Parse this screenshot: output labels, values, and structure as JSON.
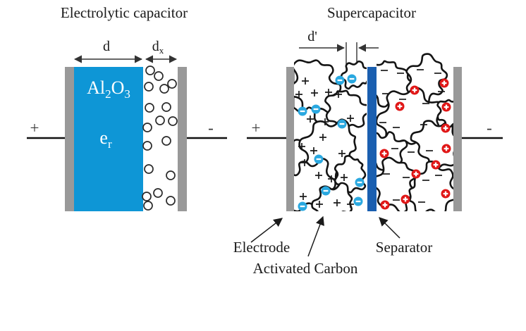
{
  "diagram": {
    "left": {
      "title": "Electrolytic capacitor",
      "dim_d": "d",
      "dim_dx_base": "d",
      "dim_dx_sub": "x",
      "formula_base1": "Al",
      "formula_sub1": "2",
      "formula_base2": "O",
      "formula_sub2": "3",
      "permittivity_base": "e",
      "permittivity_sub": "r",
      "terminal_left": "+",
      "terminal_right": "-"
    },
    "right": {
      "title": "Supercapacitor",
      "dim_dprime": "d'",
      "terminal_left": "+",
      "terminal_right": "-",
      "label_electrode": "Electrode",
      "label_activated_carbon": "Activated Carbon",
      "label_separator": "Separator"
    },
    "colors": {
      "dielectric_blue": "#0e96d6",
      "separator_blue": "#1a5fb0",
      "electrode_gray": "#999999",
      "negative_ion_blue": "#29a8e0",
      "positive_ion_red": "#e01616",
      "line_black": "#1a1a1a"
    }
  }
}
